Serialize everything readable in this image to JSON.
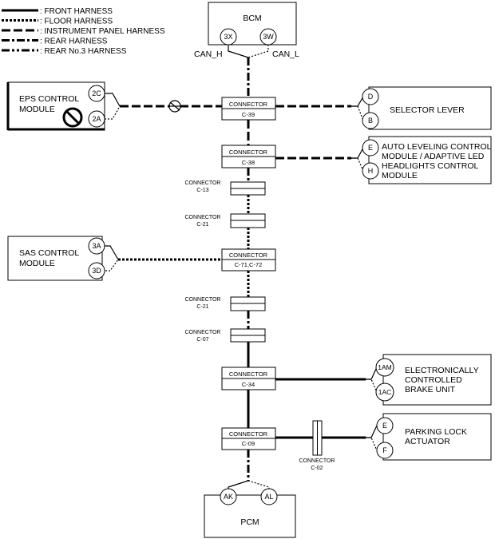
{
  "legend": [
    {
      "label": ": FRONT HARNESS",
      "style": "front"
    },
    {
      "label": ": FLOOR HARNESS",
      "style": "floor"
    },
    {
      "label": ": INSTRUMENT PANEL HARNESS",
      "style": "ip"
    },
    {
      "label": ": REAR HARNESS",
      "style": "rear"
    },
    {
      "label": ": REAR No.3 HARNESS",
      "style": "rear3"
    }
  ],
  "modules": {
    "bcm": {
      "name": "BCM",
      "pins": [
        "3X",
        "3W"
      ]
    },
    "can": {
      "high": "CAN_H",
      "low": "CAN_L"
    },
    "eps": {
      "line1": "EPS CONTROL",
      "line2": "MODULE",
      "pins": [
        "2C",
        "2A"
      ]
    },
    "selector": {
      "name": "SELECTOR LEVER",
      "pins": [
        "D",
        "B"
      ]
    },
    "auto_leveling": {
      "lines": [
        "AUTO LEVELING CONTROL",
        "MODULE / ADAPTIVE LED",
        "HEADLIGHTS CONTROL",
        "MODULE"
      ],
      "pins": [
        "E",
        "H"
      ]
    },
    "sas": {
      "line1": "SAS CONTROL",
      "line2": "MODULE",
      "pins": [
        "3A",
        "3D"
      ]
    },
    "ecbu": {
      "lines": [
        "ELECTRONICALLY",
        "CONTROLLED",
        "BRAKE UNIT"
      ],
      "pins": [
        "1AM",
        "1AC"
      ]
    },
    "parking_lock": {
      "lines": [
        "PARKING LOCK",
        "ACTUATOR"
      ],
      "pins": [
        "E",
        "F"
      ]
    },
    "pcm": {
      "name": "PCM",
      "pins": [
        "AK",
        "AL"
      ]
    }
  },
  "connectors": {
    "c39": {
      "top": "CONNECTOR",
      "bottom": "C-39"
    },
    "c38": {
      "top": "CONNECTOR",
      "bottom": "C-38"
    },
    "c13": {
      "top": "CONNECTOR",
      "bottom": "C-13"
    },
    "c21a": {
      "top": "CONNECTOR",
      "bottom": "C-21"
    },
    "c71": {
      "top": "CONNECTOR",
      "bottom": "C-71,C-72"
    },
    "c21b": {
      "top": "CONNECTOR",
      "bottom": "C-21"
    },
    "c07": {
      "top": "CONNECTOR",
      "bottom": "C-07"
    },
    "c34": {
      "top": "CONNECTOR",
      "bottom": "C-34"
    },
    "c09": {
      "top": "CONNECTOR",
      "bottom": "C-09"
    },
    "c02": {
      "top": "CONNECTOR",
      "bottom": "C-02"
    }
  }
}
